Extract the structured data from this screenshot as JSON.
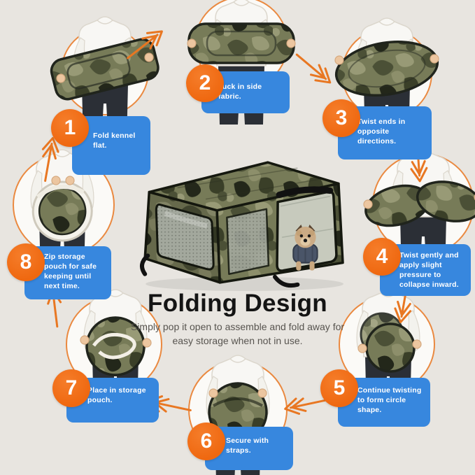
{
  "page": {
    "background": "#e8e5e0"
  },
  "colors": {
    "accent_orange": "#ef6810",
    "panel_blue": "#3787de",
    "ring_orange": "#ea8940",
    "arrow_orange": "#e87722",
    "title_color": "#141414",
    "subtitle_color": "#57544f"
  },
  "center": {
    "title": "Folding Design",
    "subtitle": "Simply pop it open to assemble and fold away for easy storage when not in use.",
    "product_image": "camo-pop-up-dog-kennel-with-puppy-inside"
  },
  "steps": [
    {
      "number": "1",
      "label": "Fold kennel flat.",
      "photo": "person-folding-kennel-flat"
    },
    {
      "number": "2",
      "label": "Tuck in side fabric.",
      "photo": "person-tucking-in-side-fabric"
    },
    {
      "number": "3",
      "label": "Twist ends in opposite directions.",
      "photo": "person-twisting-flat-disc"
    },
    {
      "number": "4",
      "label": "Twist gently and apply slight pressure to collapse inward.",
      "photo": "person-collapsing-disc-inward"
    },
    {
      "number": "5",
      "label": "Continue twisting to form circle shape.",
      "photo": "person-forming-circle-shape"
    },
    {
      "number": "6",
      "label": "Secure with straps.",
      "photo": "person-securing-with-straps"
    },
    {
      "number": "7",
      "label": "Place in storage pouch.",
      "photo": "person-holding-storage-pouch"
    },
    {
      "number": "8",
      "label": "Zip storage pouch for safe keeping until next time.",
      "photo": "person-zipping-storage-pouch"
    }
  ]
}
